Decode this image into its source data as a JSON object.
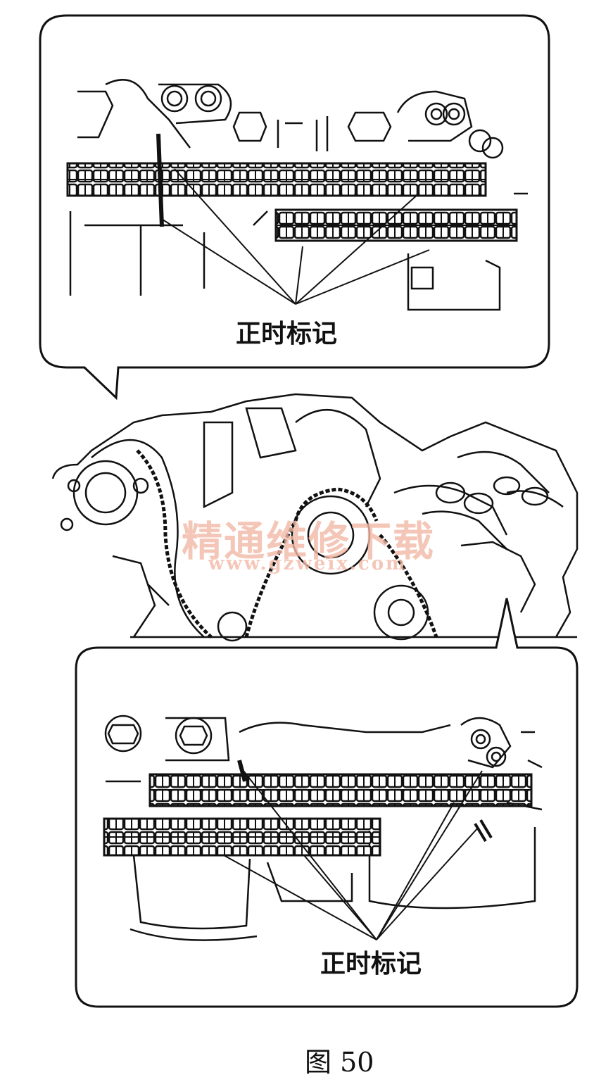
{
  "figure": {
    "top_callout": {
      "label": "正时标记"
    },
    "bottom_callout": {
      "label": "正时标记"
    },
    "caption": "图 50",
    "watermark": {
      "text_cn": "精通维修下载",
      "text_url": "www.gzweix.com"
    },
    "colors": {
      "line": "#111111",
      "background": "#ffffff",
      "watermark": "#f2b9a6"
    }
  }
}
